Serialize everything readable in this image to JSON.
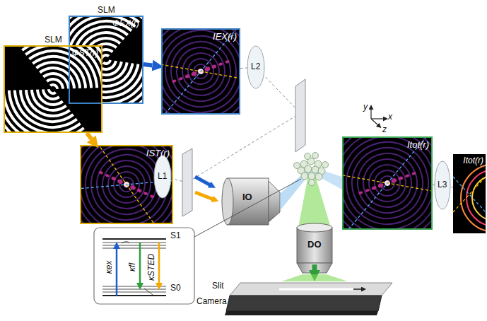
{
  "diagram": {
    "nodes": [
      {
        "text": [
          "SLM",
          "ΦEX(r)"
        ]
      },
      {
        "text": [
          "SLM",
          "ΦST(r)"
        ]
      },
      {
        "text": [
          "IEX(r)"
        ]
      },
      {
        "text": [
          "IST(r)"
        ]
      },
      {
        "text": [
          "IO"
        ]
      },
      {
        "text": [
          "Itot(r)"
        ]
      },
      {
        "text": [
          "Itot(r)"
        ]
      },
      {
        "text": [
          "S1",
          "S0",
          "κex",
          "κfl",
          "κSTED"
        ]
      },
      {
        "text": [
          "DO"
        ]
      }
    ],
    "edges": [
      {
        "from": 0,
        "to": 2,
        "arrow": "to"
      },
      {
        "from": 1,
        "to": 3,
        "arrow": "to"
      }
    ],
    "labels": [
      "L2",
      "L1",
      "L3",
      "y",
      "x",
      "z",
      "Slit",
      "Camera"
    ]
  }
}
